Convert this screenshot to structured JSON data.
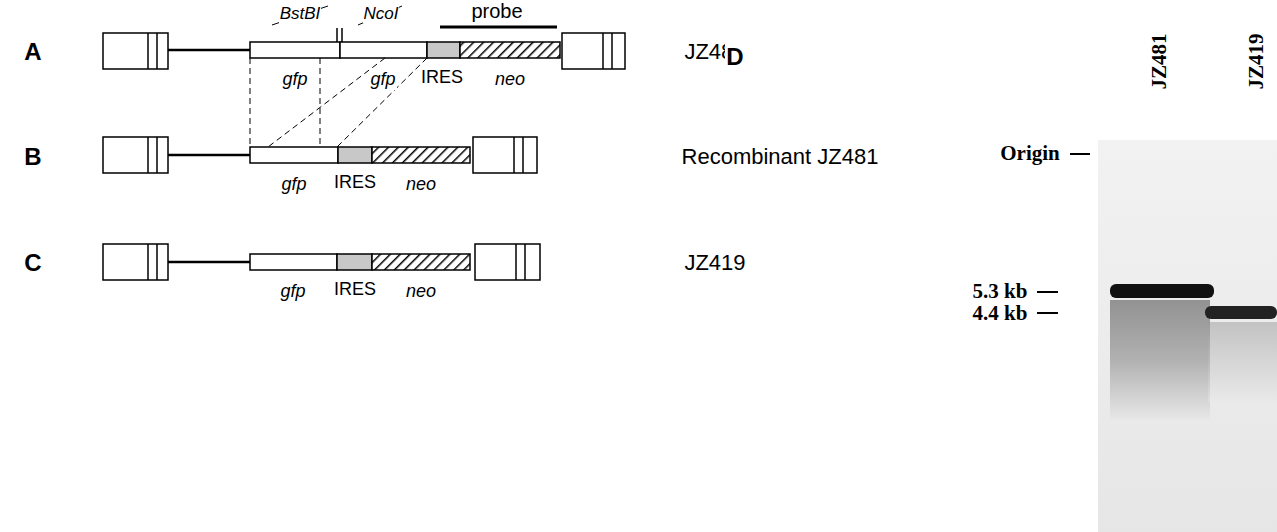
{
  "diagram": {
    "labels": [
      "A",
      "BstBI",
      "NcoI",
      "probe",
      "gfp",
      "gfp",
      "IRES",
      "neo",
      "JZ481",
      "B",
      "gfp",
      "IRES",
      "neo",
      "Recombinant JZ481",
      "C",
      "gfp",
      "IRES",
      "neo",
      "JZ419",
      "D",
      "JZ481",
      "JZ419",
      "Origin",
      "5.3 kb",
      "4.4 kb"
    ]
  }
}
